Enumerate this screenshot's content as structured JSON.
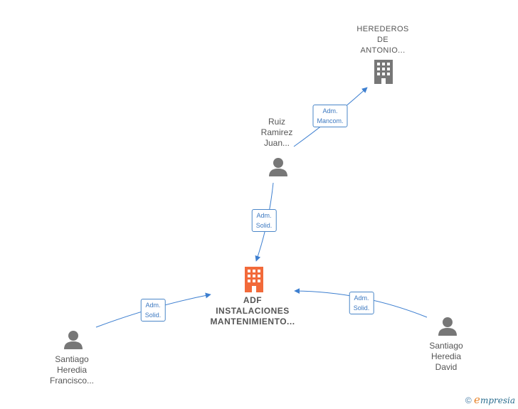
{
  "nodes": {
    "herederos": {
      "lines": [
        "HEREDEROS",
        "DE",
        "ANTONIO..."
      ],
      "type": "company",
      "color": "#777777"
    },
    "ruiz": {
      "lines": [
        "Ruiz",
        "Ramirez",
        "Juan..."
      ],
      "type": "person",
      "color": "#777777"
    },
    "adf": {
      "lines": [
        "ADF",
        "INSTALACIONES",
        "MANTENIMIENTO..."
      ],
      "type": "company",
      "color": "#f26a3a"
    },
    "francisco": {
      "lines": [
        "Santiago",
        "Heredia",
        "Francisco..."
      ],
      "type": "person",
      "color": "#777777"
    },
    "david": {
      "lines": [
        "Santiago",
        "Heredia",
        "David"
      ],
      "type": "person",
      "color": "#777777"
    }
  },
  "edges": [
    {
      "from": "ruiz",
      "to": "herederos",
      "label": [
        "Adm.",
        "Mancom."
      ]
    },
    {
      "from": "ruiz",
      "to": "adf",
      "label": [
        "Adm.",
        "Solid."
      ]
    },
    {
      "from": "francisco",
      "to": "adf",
      "label": [
        "Adm.",
        "Solid."
      ]
    },
    {
      "from": "david",
      "to": "adf",
      "label": [
        "Adm.",
        "Solid."
      ]
    }
  ],
  "colors": {
    "edge": "#3d7fd0",
    "edge_label_text": "#3c78c0"
  },
  "footer": {
    "copyright_symbol": "©",
    "brand_initial": "e",
    "brand_rest": "mpresia"
  }
}
